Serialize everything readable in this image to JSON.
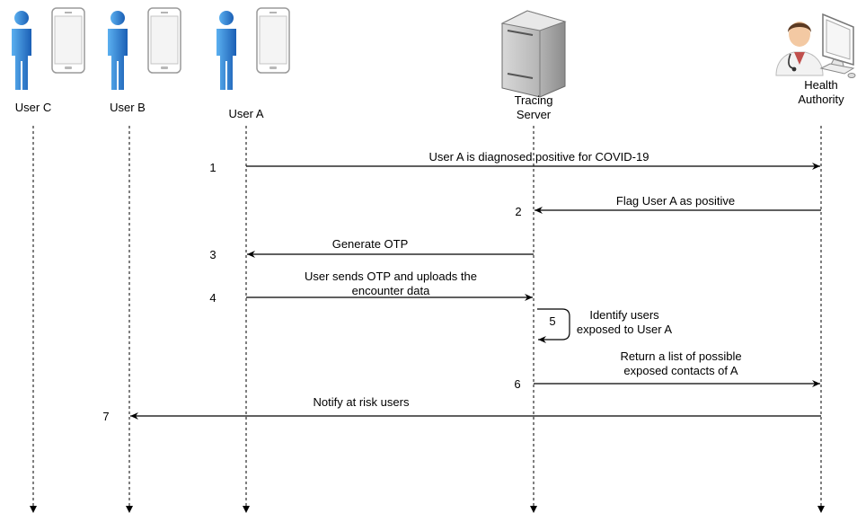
{
  "participants": {
    "user_c": "User C",
    "user_b": "User B",
    "user_a": "User A",
    "tracing_server": [
      "Tracing",
      "Server"
    ],
    "health_authority": [
      "Health",
      "Authority"
    ]
  },
  "messages": [
    {
      "step": "1",
      "label": "User A is diagnosed positive for COVID-19"
    },
    {
      "step": "2",
      "label": "Flag User A as positive"
    },
    {
      "step": "3",
      "label": "Generate OTP"
    },
    {
      "step": "4",
      "label": [
        "User sends OTP and uploads the",
        "encounter data"
      ]
    },
    {
      "step": "5",
      "label": [
        "Identify users",
        "exposed to User A"
      ]
    },
    {
      "step": "6",
      "label": [
        "Return a list of possible",
        "exposed contacts of A"
      ]
    },
    {
      "step": "7",
      "label": "Notify at risk users"
    }
  ],
  "icons": {
    "person": "person-icon",
    "phone": "smartphone-icon",
    "server": "server-icon",
    "doctor": "doctor-icon",
    "computer": "desktop-computer-icon"
  },
  "colors": {
    "person_blue": "#2f8fe0",
    "person_dark": "#1b5fb5",
    "line": "#000000"
  }
}
